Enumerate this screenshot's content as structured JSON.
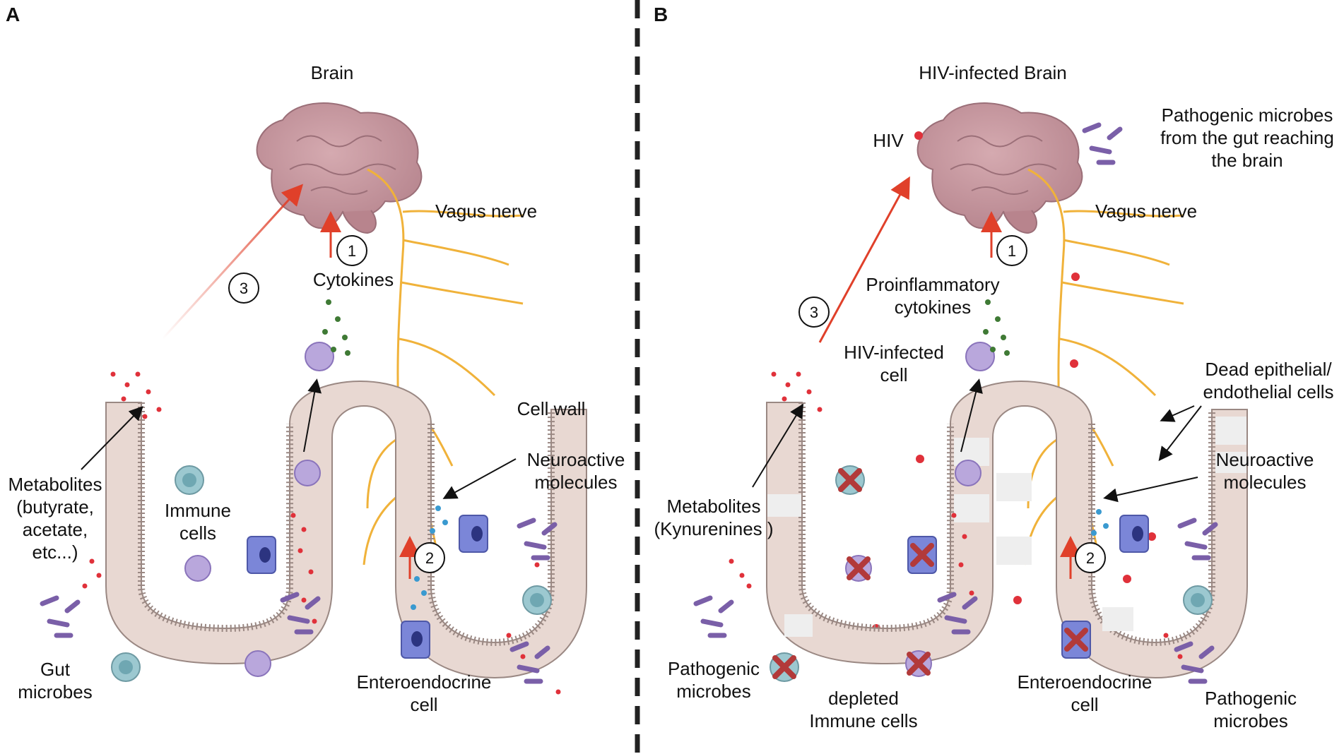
{
  "panels": [
    {
      "letter": "A",
      "title": "Brain",
      "vagus": "Vagus nerve",
      "cytokines": "Cytokines",
      "cell_wall": "Cell wall",
      "neuroactive": [
        "Neuroactive",
        "molecules"
      ],
      "metabolites": [
        "Metabolites",
        "(butyrate,",
        "acetate,",
        "etc...)"
      ],
      "immune": [
        "Immune",
        "cells"
      ],
      "gut_microbes": [
        "Gut",
        "microbes"
      ],
      "enteroendocrine": [
        "Enteroendocrine",
        "cell"
      ],
      "steps": [
        "1",
        "2",
        "3"
      ]
    },
    {
      "letter": "B",
      "title": "HIV-infected Brain",
      "hiv": "HIV",
      "pathogenic_brain": [
        "Pathogenic microbes",
        "from the gut reaching",
        "the brain"
      ],
      "vagus": "Vagus nerve",
      "proinflammatory": [
        "Proinflammatory",
        "cytokines"
      ],
      "hiv_cell": [
        "HIV-infected",
        "cell"
      ],
      "dead_cells": [
        "Dead epithelial/",
        "endothelial cells"
      ],
      "neuroactive": [
        "Neuroactive",
        "molecules"
      ],
      "metabolites": [
        "Metabolites",
        "(Kynurenines )"
      ],
      "pathogenic_left": [
        "Pathogenic",
        "microbes"
      ],
      "depleted": [
        "depleted",
        "Immune cells"
      ],
      "enteroendocrine": [
        "Enteroendocrine",
        "cell"
      ],
      "pathogenic_right": [
        "Pathogenic",
        "microbes"
      ],
      "steps": [
        "1",
        "2",
        "3"
      ]
    }
  ],
  "colors": {
    "brain": "#c79aa0",
    "nerve": "#f0b23a",
    "epithelium": "#e8d8d2",
    "arrow_red": "#e0402a",
    "immune_purple": "#b9a7dc",
    "enteroendocrine": "#7b86d8",
    "cytokine_green": "#3f7a35",
    "metabolite_red": "#e0313a",
    "neuro_blue": "#3a9ad0",
    "immune_teal": "#9cc8d0",
    "dead_cell": "#eeeeee",
    "cross": "#b23a3a"
  }
}
